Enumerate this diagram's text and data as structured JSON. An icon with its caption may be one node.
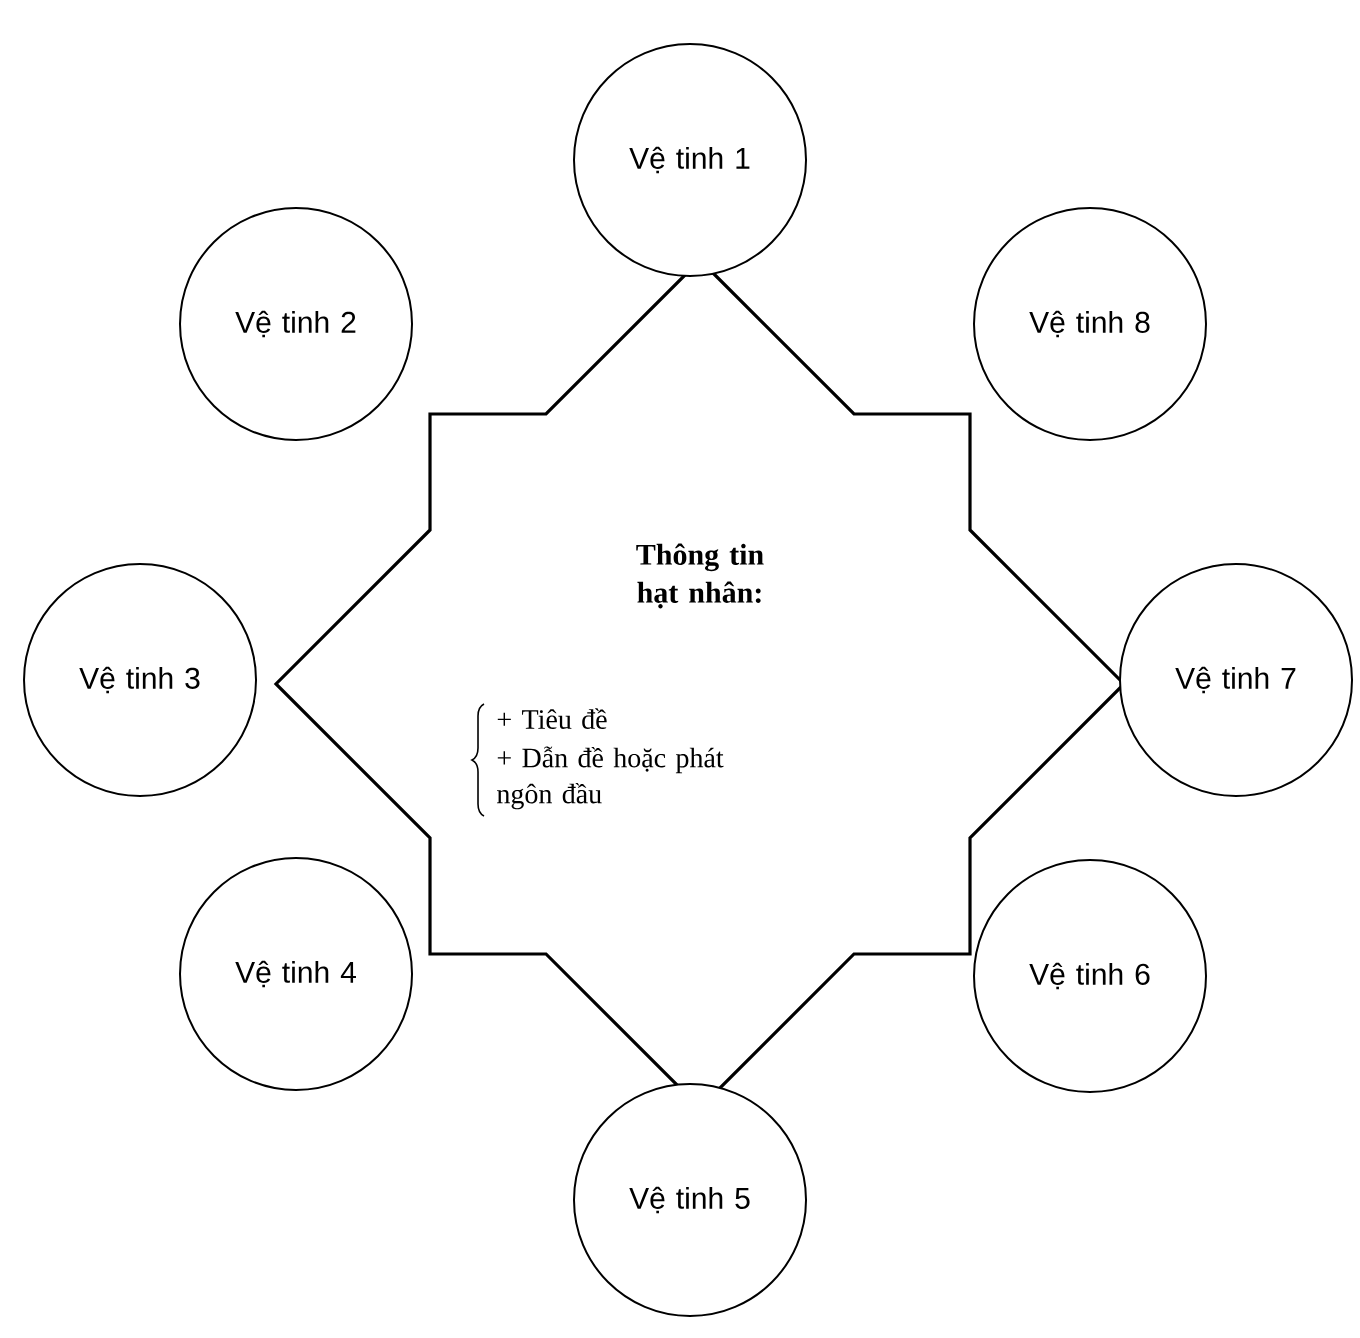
{
  "diagram": {
    "nodes": [
      {
        "text": [
          "Thông tin hạt nhân:",
          "+ Tiêu đề",
          "+ Dẫn đề hoặc phát ngôn đầu"
        ]
      },
      {
        "text": [
          "Vệ tinh 1"
        ]
      },
      {
        "text": [
          "Vệ tinh 2"
        ]
      },
      {
        "text": [
          "Vệ tinh 3"
        ]
      },
      {
        "text": [
          "Vệ tinh 4"
        ]
      },
      {
        "text": [
          "Vệ tinh 5"
        ]
      },
      {
        "text": [
          "Vệ tinh 6"
        ]
      },
      {
        "text": [
          "Vệ tinh 7"
        ]
      },
      {
        "text": [
          "Vệ tinh 8"
        ]
      }
    ]
  }
}
